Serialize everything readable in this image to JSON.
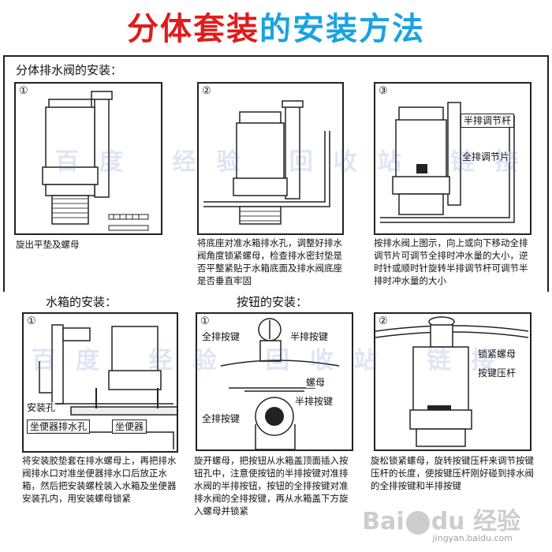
{
  "title": {
    "part1": "分体套装",
    "part2": "的安装方法"
  },
  "sections": {
    "valve": "分体排水阀的安装：",
    "tank": "水箱的安装：",
    "button": "按钮的安装："
  },
  "panels": {
    "p1": {
      "step": "①",
      "caption": "旋出平垫及螺母"
    },
    "p2": {
      "step": "②",
      "caption": "将底座对准水箱排水孔，调整好排水阀角度锁紧螺母，检查排水密封垫是否平整紧贴于水箱底面及排水阀底座是否垂直牢固"
    },
    "p3": {
      "step": "③",
      "caption": "按排水阀上图示，向上或向下移动全排调节片可调节全排时冲水量的大小，逆时针或顺时针旋转半排调节杆可调节半排时冲水量的大小",
      "callout_half": "半排调节杆",
      "callout_full": "全排调节片"
    },
    "p4": {
      "step": "①",
      "caption": "将安装胶垫套在排水螺母上，再把排水阀排水口对准坐便器排水口后放正水箱，然后把安装螺栓装入水箱及坐便器安装孔内，用安装螺母锁紧",
      "callout_hole": "安装孔",
      "callout_drain": "坐便器排水孔",
      "callout_toilet": "坐便器"
    },
    "p5": {
      "step": "①",
      "caption": "旋开螺母，把按钮从水箱盖顶面插入按钮孔中，注意使按钮的半排按键对准排水阀的半排按钮，按钮的全排按键对准排水阀的全排按键，再从水箱盖下方旋入螺母并锁紧",
      "callout_full1": "全排按键",
      "callout_half1": "半排按键",
      "callout_nut": "螺母",
      "callout_full2": "全排按键",
      "callout_half2": "半排按键"
    },
    "p6": {
      "step": "②",
      "caption": "旋松锁紧螺母，旋转按键压杆来调节按键压杆的长度，使按键压杆刚好碰到排水阀的全排按键和半排按键",
      "callout_nut": "锁紧螺母",
      "callout_rod": "按键压杆"
    }
  },
  "watermark": {
    "row1": "百度 经验 回收站 链接",
    "row2": "百度 经验 回收站 链接"
  },
  "baidu": {
    "brand": "Bai",
    "brand2": "du",
    "jingyan": "经验",
    "url": "jingyan.baidu.com"
  }
}
